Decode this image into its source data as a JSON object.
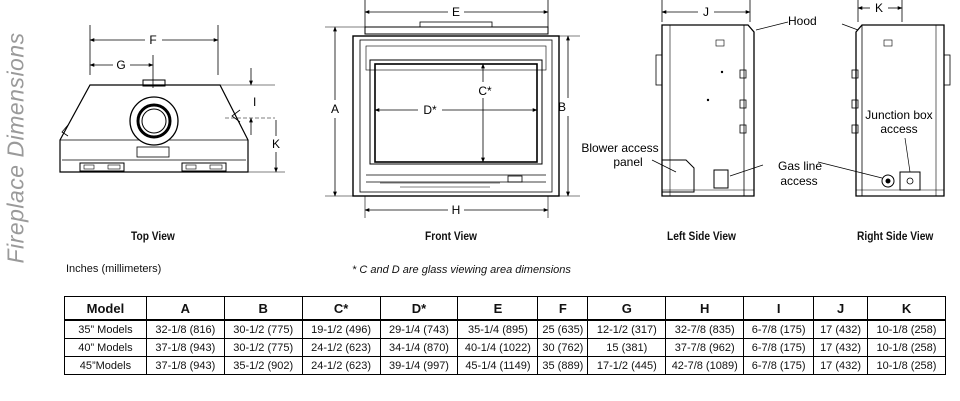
{
  "side_title": "Fireplace Dimensions",
  "views": {
    "top": "Top View",
    "front": "Front View",
    "left": "Left Side View",
    "right": "Right Side View"
  },
  "dimension_letters": {
    "A": "A",
    "B": "B",
    "C": "C*",
    "D": "D*",
    "E": "E",
    "F": "F",
    "G": "G",
    "H": "H",
    "I": "I",
    "J": "J",
    "K": "K"
  },
  "callouts": {
    "hood": "Hood",
    "blower_line1": "Blower access",
    "blower_line2": "panel",
    "gas_line1": "Gas line",
    "gas_line2": "access",
    "junction_line1": "Junction box",
    "junction_line2": "access"
  },
  "units_note": "Inches (millimeters)",
  "glass_note": "* C and D are glass viewing area dimensions",
  "table": {
    "headers": [
      "Model",
      "A",
      "B",
      "C*",
      "D*",
      "E",
      "F",
      "G",
      "H",
      "I",
      "J",
      "K"
    ],
    "rows": [
      [
        "35” Models",
        "32-1/8 (816)",
        "30-1/2 (775)",
        "19-1/2 (496)",
        "29-1/4 (743)",
        "35-1/4 (895)",
        "25 (635)",
        "12-1/2 (317)",
        "32-7/8 (835)",
        "6-7/8 (175)",
        "17 (432)",
        "10-1/8 (258)"
      ],
      [
        "40” Models",
        "37-1/8 (943)",
        "30-1/2 (775)",
        "24-1/2 (623)",
        "34-1/4 (870)",
        "40-1/4 (1022)",
        "30 (762)",
        "15 (381)",
        "37-7/8 (962)",
        "6-7/8 (175)",
        "17 (432)",
        "10-1/8 (258)"
      ],
      [
        "45”Models",
        "37-1/8 (943)",
        "35-1/2 (902)",
        "24-1/2 (623)",
        "39-1/4 (997)",
        "45-1/4 (1149)",
        "35 (889)",
        "17-1/2 (445)",
        "42-7/8 (1089)",
        "6-7/8 (175)",
        "17 (432)",
        "10-1/8 (258)"
      ]
    ]
  }
}
